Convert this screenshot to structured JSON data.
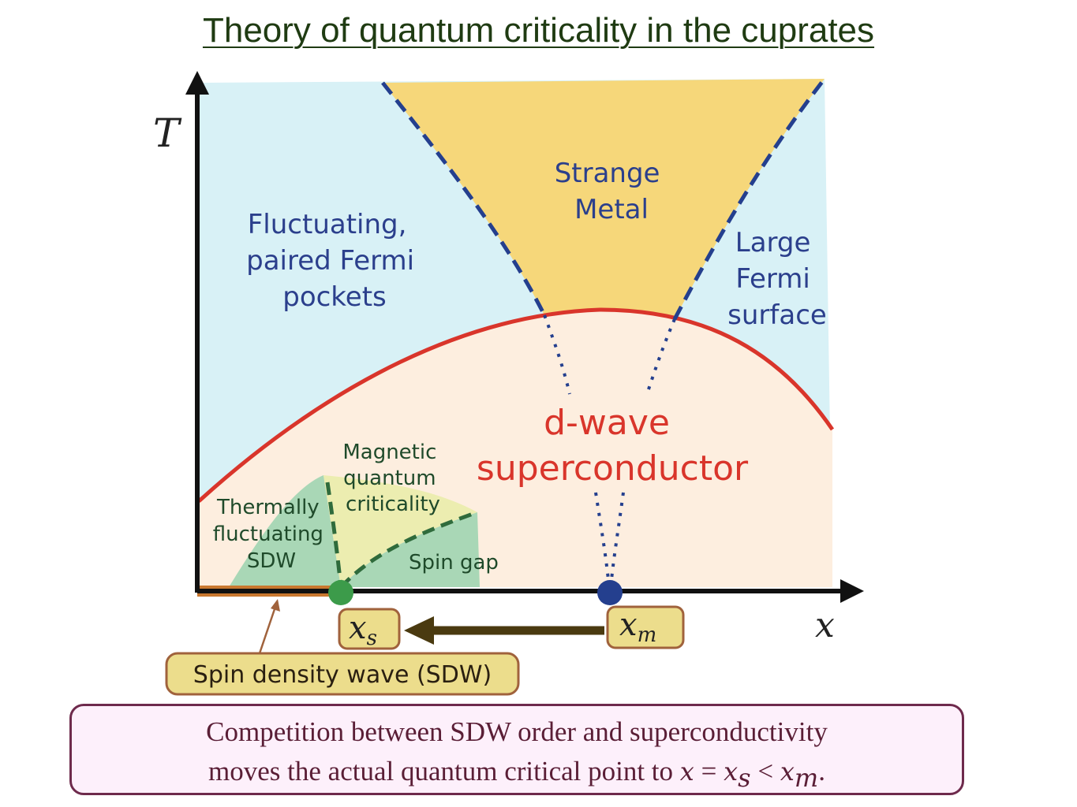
{
  "title": "Theory of quantum criticality in the cuprates",
  "axes": {
    "y_label": "T",
    "x_label": "x"
  },
  "regions": {
    "fluctuating": [
      "Fluctuating,",
      "paired Fermi",
      "pockets"
    ],
    "strange_metal": [
      "Strange",
      "Metal"
    ],
    "large_fermi": [
      "Large",
      "Fermi",
      "surface"
    ],
    "superconductor": [
      "d-wave",
      "superconductor"
    ],
    "magnetic": [
      "Magnetic",
      "quantum",
      "criticality"
    ],
    "thermal": [
      "Thermally",
      "fluctuating",
      "SDW"
    ],
    "spin_gap": "Spin gap"
  },
  "points": {
    "xs": {
      "main": "x",
      "sub": "s"
    },
    "xm": {
      "main": "x",
      "sub": "m"
    }
  },
  "sdw_label": "Spin density wave (SDW)",
  "caption": {
    "line1": "Competition between SDW order and superconductivity",
    "line2_prefix": "moves the actual quantum critical point to ",
    "eq_x": "x",
    "eq_eq": " = ",
    "eq_xs": "x",
    "eq_s": "s",
    "eq_lt": " < ",
    "eq_xm": "x",
    "eq_m": "m",
    "eq_end": "."
  },
  "colors": {
    "light_blue": "#d8f1f6",
    "strange_yellow": "#f6d77a",
    "sc_peach": "#fdeedf",
    "dome_red": "#d9352b",
    "dash_blue": "#243f8e",
    "green_region": "#a9d7b6",
    "yellow_region": "#ecedb0",
    "sdw_orange": "#c9782f",
    "label_box": "#ecdd8c",
    "axis": "#111111"
  }
}
